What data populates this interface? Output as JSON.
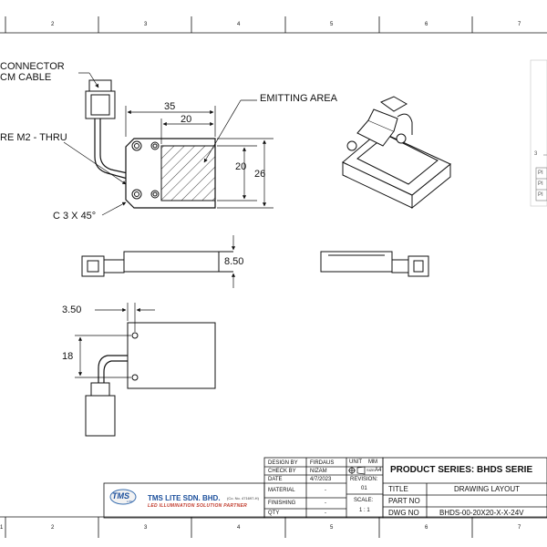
{
  "border": {
    "columns_top": [
      "2",
      "3",
      "4",
      "5",
      "6",
      "7"
    ],
    "columns_bottom": [
      "1",
      "2",
      "3",
      "4",
      "5",
      "6",
      "7"
    ]
  },
  "callouts": {
    "connector_line1": "CONNECTOR",
    "connector_line2": "CM CABLE",
    "thru_hole": "RE M2 - THRU",
    "chamfer": "C 3 X 45°",
    "emitting_area": "EMITTING AREA"
  },
  "dimensions": {
    "top_width": "35",
    "emit_width": "20",
    "emit_height": "20",
    "body_height": "26",
    "thickness": "8.50",
    "cable_offset": "3.50",
    "cable_height": "18"
  },
  "side_table": {
    "marker": "3",
    "rows": [
      "PI",
      "PI",
      "PI"
    ]
  },
  "title_block": {
    "design_by_label": "DESIGN BY",
    "design_by": "FIRDAUS",
    "check_by_label": "CHECK BY",
    "check_by": "NIZAM",
    "date_label": "DATE",
    "date": "4/7/2023",
    "material_label": "MATERIAL",
    "material": "-",
    "finishing_label": "FINISHING",
    "finishing": "-",
    "qty_label": "QTY",
    "qty": "-",
    "unit_label": "UNIT",
    "unit": "MM",
    "size_label": "SIZE",
    "size": "A4",
    "revision_label": "REVISION:",
    "revision": "01",
    "scale_label": "SCALE:",
    "scale": "1 : 1",
    "product_series": "PRODUCT SERIES: BHDS SERIE",
    "title_label": "TITLE",
    "title": "DRAWING LAYOUT",
    "part_no_label": "PART NO",
    "part_no": "",
    "dwg_no_label": "DWG NO",
    "dwg_no": "BHDS-00-20X20-X-X-24V"
  },
  "company": {
    "logo_text": "TMS",
    "logo_sub": "LITE",
    "name": "TMS LITE SDN. BHD.",
    "reg": "(Co. No. 471697-H)",
    "tagline": "LED ILLUMINATION SOLUTION PARTNER"
  }
}
